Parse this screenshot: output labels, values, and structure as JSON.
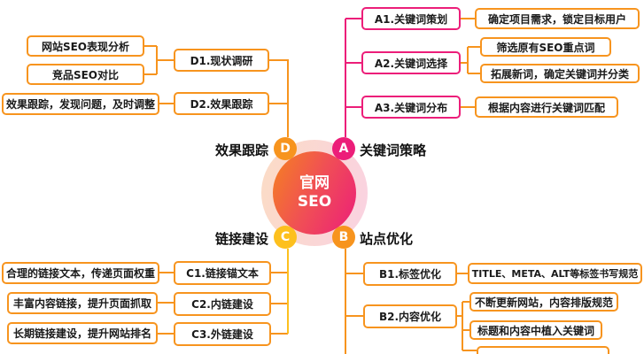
{
  "center": {
    "line1": "官网",
    "line2": "SEO"
  },
  "colors": {
    "orange": "#F7941E",
    "pink": "#EC1E79",
    "yellow": "#FDC01E",
    "core_gradient": [
      "#F58220",
      "#EC1E79"
    ]
  },
  "branches": {
    "a": {
      "letter": "A",
      "title": "关键词策略",
      "items": [
        {
          "label": "A1.关键词策划",
          "details": [
            "确定项目需求，锁定目标用户"
          ]
        },
        {
          "label": "A2.关键词选择",
          "details": [
            "筛选原有SEO重点词",
            "拓展新词，确定关键词并分类"
          ]
        },
        {
          "label": "A3.关键词分布",
          "details": [
            "根据内容进行关键词匹配"
          ]
        }
      ]
    },
    "b": {
      "letter": "B",
      "title": "站点优化",
      "items": [
        {
          "label": "B1.标签优化",
          "details": [
            "TITLE、META、ALT等标签书写规范"
          ]
        },
        {
          "label": "B2.内容优化",
          "details": [
            "不断更新网站，内容排版规范",
            "标题和内容中植入关键词"
          ]
        }
      ]
    },
    "c": {
      "letter": "C",
      "title": "链接建设",
      "items": [
        {
          "label": "C1.链接锚文本",
          "details": [
            "合理的链接文本，传递页面权重"
          ]
        },
        {
          "label": "C2.内链建设",
          "details": [
            "丰富内容链接，提升页面抓取"
          ]
        },
        {
          "label": "C3.外链建设",
          "details": [
            "长期链接建设，提升网站排名"
          ]
        }
      ]
    },
    "d": {
      "letter": "D",
      "title": "效果跟踪",
      "items": [
        {
          "label": "D1.现状调研",
          "details": [
            "网站SEO表现分析",
            "竞品SEO对比"
          ]
        },
        {
          "label": "D2.效果跟踪",
          "details": [
            "效果跟踪，发现问题，及时调整"
          ]
        }
      ]
    }
  }
}
